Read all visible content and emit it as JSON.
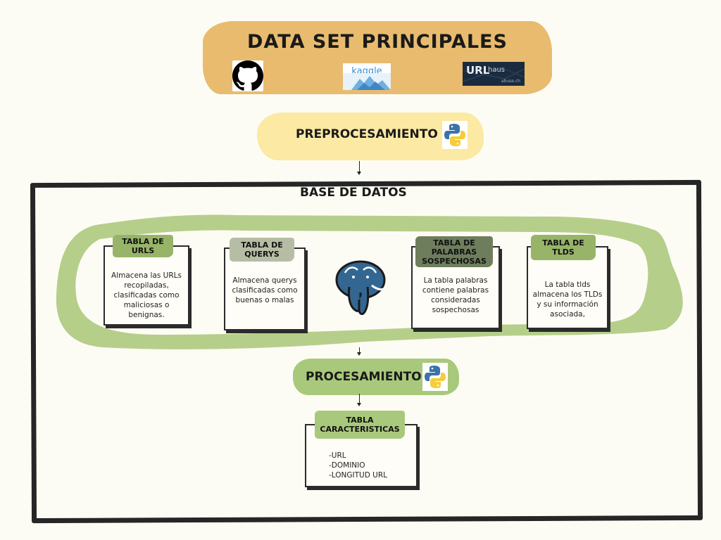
{
  "header": {
    "title": "DATA SET PRINCIPALES",
    "kaggle_text": "kaggle",
    "urlhaus_text": "URL",
    "urlhaus_small": "haus",
    "urlhaus_tiny": "abuse.ch"
  },
  "preprocessing": {
    "label": "PREPROCESAMIENTO"
  },
  "database": {
    "title": "BASE DE DATOS",
    "tables": [
      {
        "title": "TABLA DE URLS",
        "description": "Almacena las URLs recopiladas, clasificadas como maliciosas o benignas."
      },
      {
        "title": "TABLA DE QUERYS",
        "description": "Almacena querys clasificadas como buenas o malas"
      },
      {
        "title": "TABLA DE PALABRAS SOSPECHOSAS",
        "description": "La tabla palabras contiene palabras consideradas sospechosas"
      },
      {
        "title": "TABLA DE TLDS",
        "description": "La tabla tlds almacena los TLDs y su información asociada,"
      }
    ]
  },
  "processing": {
    "label": "PROCESAMIENTO"
  },
  "features": {
    "title": "TABLA CARACTERISTICAS",
    "items": [
      "-URL",
      "-DOMINIO",
      "-LONGITUD URL"
    ]
  },
  "colors": {
    "banner_orange": "#e8bb6e",
    "banner_yellow": "#fbe9a4",
    "green_band": "#b5cf8a",
    "tag_green": "#97b469",
    "tag_grey": "#b6bda5",
    "tag_dark": "#6e7e5c",
    "postgres_blue": "#336791"
  },
  "icons": [
    "github-icon",
    "kaggle-logo",
    "urlhaus-logo",
    "python-icon",
    "postgresql-icon"
  ]
}
